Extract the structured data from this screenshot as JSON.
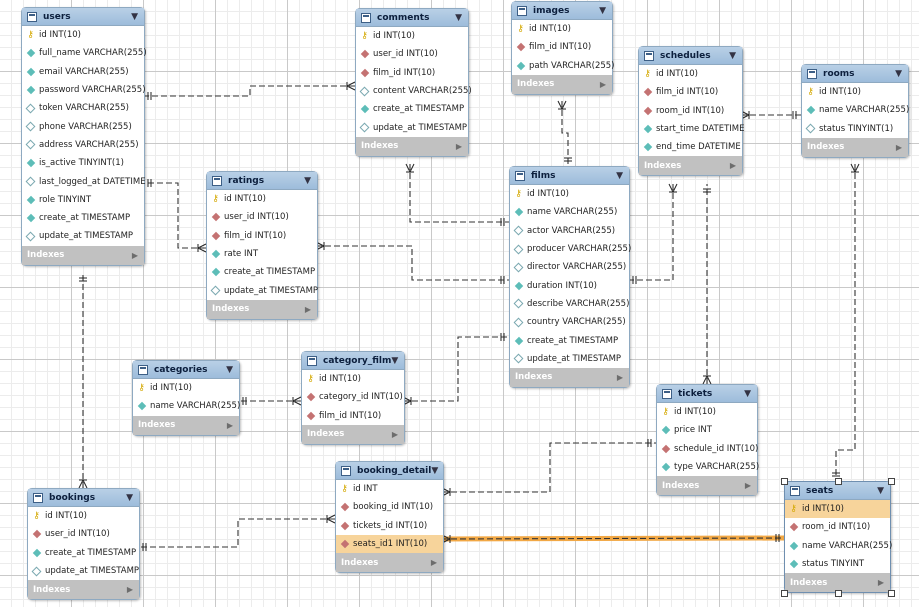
{
  "tables": [
    {
      "id": "users",
      "name": "users",
      "columns": [
        {
          "icon": "key",
          "text": "id INT(10)"
        },
        {
          "icon": "nn",
          "text": "full_name VARCHAR(255)"
        },
        {
          "icon": "nn",
          "text": "email VARCHAR(255)"
        },
        {
          "icon": "nn",
          "text": "password VARCHAR(255)"
        },
        {
          "icon": "plain",
          "text": "token VARCHAR(255)"
        },
        {
          "icon": "plain",
          "text": "phone VARCHAR(255)"
        },
        {
          "icon": "plain",
          "text": "address VARCHAR(255)"
        },
        {
          "icon": "nn",
          "text": "is_active TINYINT(1)"
        },
        {
          "icon": "plain",
          "text": "last_logged_at DATETIME"
        },
        {
          "icon": "nn",
          "text": "role TINYINT"
        },
        {
          "icon": "nn",
          "text": "create_at TIMESTAMP"
        },
        {
          "icon": "plain",
          "text": "update_at TIMESTAMP"
        }
      ],
      "indexes": "Indexes"
    },
    {
      "id": "comments",
      "name": "comments",
      "columns": [
        {
          "icon": "key",
          "text": "id INT(10)"
        },
        {
          "icon": "fk",
          "text": "user_id INT(10)"
        },
        {
          "icon": "fk",
          "text": "film_id INT(10)"
        },
        {
          "icon": "plain",
          "text": "content VARCHAR(255)"
        },
        {
          "icon": "nn",
          "text": "create_at TIMESTAMP"
        },
        {
          "icon": "plain",
          "text": "update_at TIMESTAMP"
        }
      ],
      "indexes": "Indexes"
    },
    {
      "id": "images",
      "name": "images",
      "columns": [
        {
          "icon": "key",
          "text": "id INT(10)"
        },
        {
          "icon": "fk",
          "text": "film_id INT(10)"
        },
        {
          "icon": "nn",
          "text": "path VARCHAR(255)"
        }
      ],
      "indexes": "Indexes"
    },
    {
      "id": "schedules",
      "name": "schedules",
      "columns": [
        {
          "icon": "key",
          "text": "id INT(10)"
        },
        {
          "icon": "fk",
          "text": "film_id INT(10)"
        },
        {
          "icon": "fk",
          "text": "room_id INT(10)"
        },
        {
          "icon": "nn",
          "text": "start_time DATETIME"
        },
        {
          "icon": "nn",
          "text": "end_time DATETIME"
        }
      ],
      "indexes": "Indexes"
    },
    {
      "id": "rooms",
      "name": "rooms",
      "columns": [
        {
          "icon": "key",
          "text": "id INT(10)"
        },
        {
          "icon": "nn",
          "text": "name VARCHAR(255)"
        },
        {
          "icon": "plain",
          "text": "status TINYINT(1)"
        }
      ],
      "indexes": "Indexes"
    },
    {
      "id": "ratings",
      "name": "ratings",
      "columns": [
        {
          "icon": "key",
          "text": "id INT(10)"
        },
        {
          "icon": "fk",
          "text": "user_id INT(10)"
        },
        {
          "icon": "fk",
          "text": "film_id INT(10)"
        },
        {
          "icon": "nn",
          "text": "rate INT"
        },
        {
          "icon": "nn",
          "text": "create_at TIMESTAMP"
        },
        {
          "icon": "plain",
          "text": "update_at TIMESTAMP"
        }
      ],
      "indexes": "Indexes"
    },
    {
      "id": "films",
      "name": "films",
      "columns": [
        {
          "icon": "key",
          "text": "id INT(10)"
        },
        {
          "icon": "nn",
          "text": "name VARCHAR(255)"
        },
        {
          "icon": "plain",
          "text": "actor VARCHAR(255)"
        },
        {
          "icon": "plain",
          "text": "producer VARCHAR(255)"
        },
        {
          "icon": "plain",
          "text": "director VARCHAR(255)"
        },
        {
          "icon": "nn",
          "text": "duration INT(10)"
        },
        {
          "icon": "plain",
          "text": "describe VARCHAR(255)"
        },
        {
          "icon": "plain",
          "text": "country VARCHAR(255)"
        },
        {
          "icon": "nn",
          "text": "create_at TIMESTAMP"
        },
        {
          "icon": "plain",
          "text": "update_at TIMESTAMP"
        }
      ],
      "indexes": "Indexes"
    },
    {
      "id": "categories",
      "name": "categories",
      "columns": [
        {
          "icon": "key",
          "text": "id INT(10)"
        },
        {
          "icon": "nn",
          "text": "name VARCHAR(255)"
        }
      ],
      "indexes": "Indexes"
    },
    {
      "id": "category_film",
      "name": "category_film",
      "columns": [
        {
          "icon": "key",
          "text": "id INT(10)"
        },
        {
          "icon": "fk",
          "text": "category_id INT(10)"
        },
        {
          "icon": "fk",
          "text": "film_id INT(10)"
        }
      ],
      "indexes": "Indexes"
    },
    {
      "id": "tickets",
      "name": "tickets",
      "columns": [
        {
          "icon": "key",
          "text": "id INT(10)"
        },
        {
          "icon": "nn",
          "text": "price INT"
        },
        {
          "icon": "fk",
          "text": "schedule_id INT(10)"
        },
        {
          "icon": "nn",
          "text": "type VARCHAR(255)"
        }
      ],
      "indexes": "Indexes"
    },
    {
      "id": "bookings",
      "name": "bookings",
      "columns": [
        {
          "icon": "key",
          "text": "id INT(10)"
        },
        {
          "icon": "fk",
          "text": "user_id INT(10)"
        },
        {
          "icon": "nn",
          "text": "create_at TIMESTAMP"
        },
        {
          "icon": "plain",
          "text": "update_at TIMESTAMP"
        }
      ],
      "indexes": "Indexes"
    },
    {
      "id": "booking_detail",
      "name": "booking_detail",
      "columns": [
        {
          "icon": "key",
          "text": "id INT"
        },
        {
          "icon": "fk",
          "text": "booking_id INT(10)"
        },
        {
          "icon": "fk",
          "text": "tickets_id INT(10)"
        },
        {
          "icon": "fk",
          "text": "seats_id1 INT(10)",
          "highlight": true
        }
      ],
      "indexes": "Indexes"
    },
    {
      "id": "seats",
      "name": "seats",
      "selected": true,
      "columns": [
        {
          "icon": "key",
          "text": "id INT(10)",
          "highlight": true
        },
        {
          "icon": "fk",
          "text": "room_id INT(10)"
        },
        {
          "icon": "nn",
          "text": "name VARCHAR(255)"
        },
        {
          "icon": "nn",
          "text": "status TINYINT"
        }
      ],
      "indexes": "Indexes"
    }
  ],
  "relationships": [
    {
      "from": "comments",
      "to": "users"
    },
    {
      "from": "comments",
      "to": "films"
    },
    {
      "from": "images",
      "to": "films"
    },
    {
      "from": "ratings",
      "to": "users"
    },
    {
      "from": "ratings",
      "to": "films"
    },
    {
      "from": "schedules",
      "to": "films"
    },
    {
      "from": "schedules",
      "to": "rooms"
    },
    {
      "from": "category_film",
      "to": "categories"
    },
    {
      "from": "category_film",
      "to": "films"
    },
    {
      "from": "tickets",
      "to": "schedules"
    },
    {
      "from": "bookings",
      "to": "users"
    },
    {
      "from": "booking_detail",
      "to": "bookings"
    },
    {
      "from": "booking_detail",
      "to": "tickets"
    },
    {
      "from": "booking_detail",
      "to": "seats",
      "highlight": true
    },
    {
      "from": "seats",
      "to": "rooms"
    }
  ],
  "colors": {
    "header": "#9dbcdb",
    "indexes_bar": "#c1c1c1",
    "highlight_row": "#f7d49b",
    "highlight_link": "#f2a845",
    "link": "#333333"
  }
}
